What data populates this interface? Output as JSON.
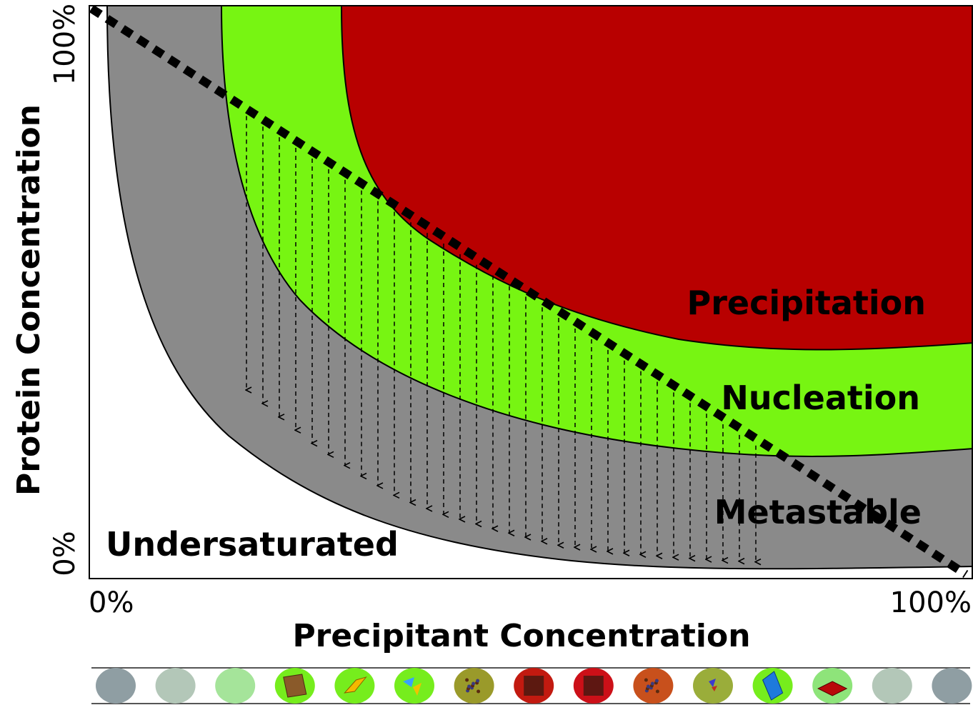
{
  "diagram": {
    "regions": {
      "precipitation": {
        "label": "Precipitation",
        "color": "#b80000"
      },
      "nucleation": {
        "label": "Nucleation",
        "color": "#77f512"
      },
      "metastable": {
        "label": "Metastable",
        "color": "#8a8a8a"
      },
      "undersaturated": {
        "label": "Undersaturated",
        "color": "#ffffff"
      }
    },
    "x_axis": {
      "title": "Precipitant Concentration",
      "min_label": "0%",
      "max_label": "100%"
    },
    "y_axis": {
      "title": "Protein Concentration",
      "min_label": "0%",
      "max_label": "100%"
    },
    "drop_strip": [
      {
        "color": "#8f9ea3",
        "crystal": "none"
      },
      {
        "color": "#b3c7b8",
        "crystal": "none"
      },
      {
        "color": "#a5e49a",
        "crystal": "none"
      },
      {
        "color": "#76ed1d",
        "crystal": "brown-diamond"
      },
      {
        "color": "#76ed1d",
        "crystal": "yellow-diamond"
      },
      {
        "color": "#76ed1d",
        "crystal": "blue-shards"
      },
      {
        "color": "#9a9a2a",
        "crystal": "speckles"
      },
      {
        "color": "#c21a10",
        "crystal": "dark-block"
      },
      {
        "color": "#cc1018",
        "crystal": "dark-block"
      },
      {
        "color": "#c8501c",
        "crystal": "speckles"
      },
      {
        "color": "#9aad3a",
        "crystal": "small-shards"
      },
      {
        "color": "#76ed1d",
        "crystal": "blue-diamond"
      },
      {
        "color": "#8ee47a",
        "crystal": "red-diamond"
      },
      {
        "color": "#b3c7b8",
        "crystal": "none"
      },
      {
        "color": "#8f9ea3",
        "crystal": "none"
      }
    ]
  }
}
